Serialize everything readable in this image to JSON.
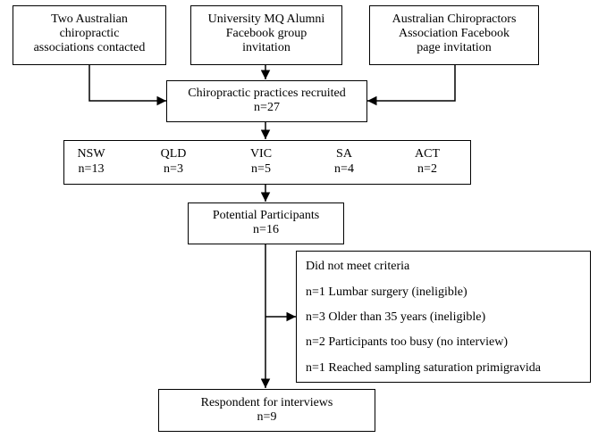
{
  "sources": [
    {
      "lines": [
        "Two Australian",
        "chiropractic",
        "associations contacted"
      ]
    },
    {
      "lines": [
        "University MQ Alumni",
        "Facebook group",
        "invitation"
      ]
    },
    {
      "lines": [
        "Australian Chiropractors",
        "Association Facebook",
        "page invitation"
      ]
    }
  ],
  "practices": {
    "title": "Chiropractic practices recruited",
    "count": "n=27"
  },
  "regions": [
    {
      "name": "NSW",
      "count": "n=13"
    },
    {
      "name": "QLD",
      "count": "n=3"
    },
    {
      "name": "VIC",
      "count": "n=5"
    },
    {
      "name": "SA",
      "count": "n=4"
    },
    {
      "name": "ACT",
      "count": "n=2"
    }
  ],
  "potential": {
    "title": "Potential Participants",
    "count": "n=16"
  },
  "excluded": {
    "title": "Did not meet criteria",
    "items": [
      "n=1 Lumbar surgery (ineligible)",
      "n=3 Older than 35 years (ineligible)",
      "n=2 Participants too busy (no interview)",
      "n=1 Reached sampling saturation primigravida"
    ]
  },
  "respondents": {
    "title": "Respondent for interviews",
    "count": "n=9"
  }
}
